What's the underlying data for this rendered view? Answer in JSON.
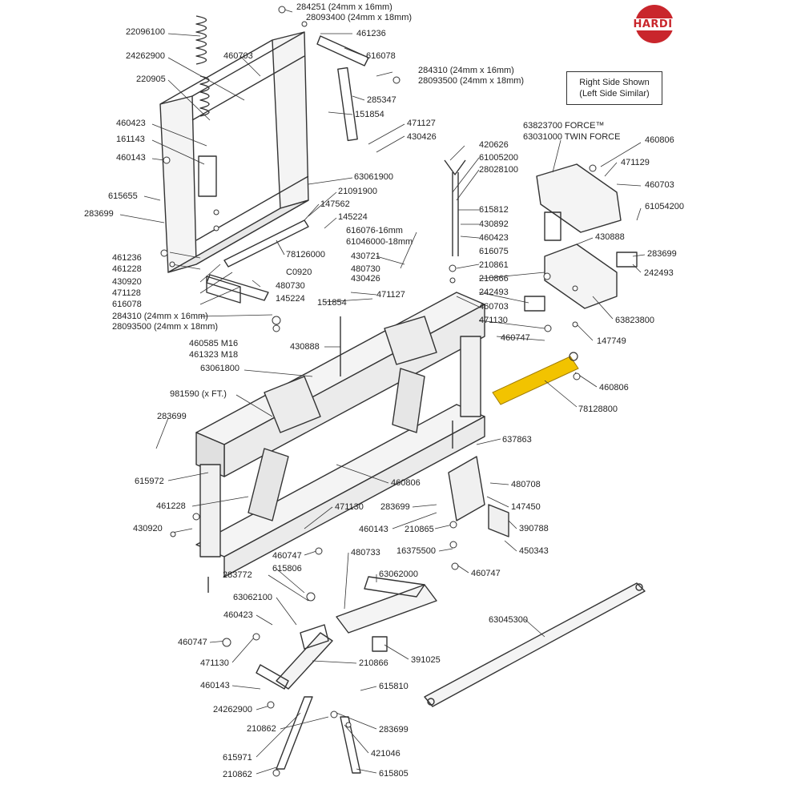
{
  "brand": {
    "name": "HARDI",
    "color": "#c9262c"
  },
  "note": {
    "line1": "Right Side Shown",
    "line2": "(Left Side Similar)"
  },
  "highlight_color": "#f2c300",
  "labels": {
    "l284251": "284251 (24mm x 16mm)",
    "l28093400": "28093400 (24mm x 18mm)",
    "l461236a": "461236",
    "l616078a": "616078",
    "l284310a1": "284310 (24mm x 16mm)",
    "l28093500a": "28093500 (24mm x 18mm)",
    "l285347": "285347",
    "l151854a": "151854",
    "l471127a": "471127",
    "l430426a": "430426",
    "l22096100": "22096100",
    "l24262900a": "24262900",
    "l460703a": "460703",
    "l220905": "220905",
    "l460423a": "460423",
    "l161143": "161143",
    "l460143a": "460143",
    "l615655": "615655",
    "l283699a": "283699",
    "l63061900": "63061900",
    "l21091900": "21091900",
    "l147562": "147562",
    "l145224a": "145224",
    "l78126000": "78126000",
    "l616076": "616076-16mm",
    "l61046000": "61046000-18mm",
    "l430721": "430721",
    "l480730a": "480730",
    "l430426b": "430426",
    "lC0920": "C0920",
    "l480730b": "480730",
    "l145224b": "145224",
    "l461236b": "461236",
    "l461228a": "461228",
    "l430920a": "430920",
    "l471128": "471128",
    "l616078b": "616078",
    "l284310b": "284310 (24mm x 16mm)",
    "l28093500b": "28093500 (24mm x 18mm)",
    "l151854b": "151854",
    "l471127b": "471127",
    "l420626": "420626",
    "l61005200": "61005200",
    "l28028100": "28028100",
    "l615812": "615812",
    "l430892": "430892",
    "l460423b": "460423",
    "l616075": "616075",
    "l210861": "210861",
    "l210866a": "210866",
    "l242493a": "242493",
    "l460703b": "460703",
    "l471130a": "471130",
    "l460747a": "460747",
    "l63823700": "63823700 FORCE™",
    "l63031000": "63031000 TWIN FORCE",
    "l460806a": "460806",
    "l471129": "471129",
    "l460703c": "460703",
    "l61054200": "61054200",
    "l430888a": "430888",
    "l283699b": "283699",
    "l242493b": "242493",
    "l63823800": "63823800",
    "l147749": "147749",
    "l460806b": "460806",
    "l78128800": "78128800",
    "l460585": "460585 M16",
    "l461323": "461323 M18",
    "l63061800": "63061800",
    "l430888b": "430888",
    "l981590": "981590 (x FT.)",
    "l283699c": "283699",
    "l615972": "615972",
    "l461228b": "461228",
    "l430920b": "430920",
    "l460806c": "460806",
    "l471130b": "471130",
    "l283699d": "283699",
    "l460143b": "460143",
    "l210865": "210865",
    "l16375500": "16375500",
    "l460747b": "460747",
    "l637863": "637863",
    "l480708": "480708",
    "l147450": "147450",
    "l390788": "390788",
    "l450343": "450343",
    "l460747c": "460747",
    "l480733": "480733",
    "l283772": "283772",
    "l615806": "615806",
    "l63062000": "63062000",
    "l63062100": "63062100",
    "l460423c": "460423",
    "l460747d": "460747",
    "l471130c": "471130",
    "l210866b": "210866",
    "l391025": "391025",
    "l460143c": "460143",
    "l615810": "615810",
    "l24262900b": "24262900",
    "l210862a": "210862",
    "l283699e": "283699",
    "l615971": "615971",
    "l421046": "421046",
    "l210862b": "210862",
    "l615805": "615805",
    "l63045300": "63045300"
  }
}
